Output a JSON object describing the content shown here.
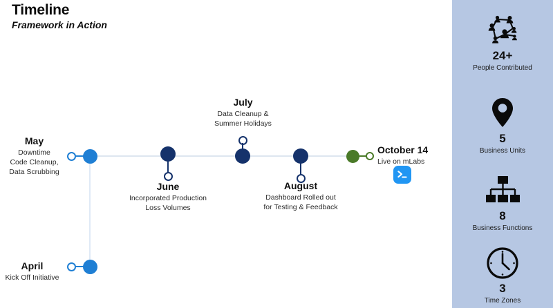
{
  "header": {
    "title": "Timeline",
    "subtitle": "Framework in Action"
  },
  "timeline": {
    "axis_color": "#dde6f0",
    "milestones": [
      {
        "id": "april",
        "title": "April",
        "description": "Kick Off Initiative",
        "marker": "filled-dot-with-ring",
        "color": "#1f7fd4",
        "position": "below-left"
      },
      {
        "id": "may",
        "title": "May",
        "description_lines": [
          "Downtime",
          "Code Cleanup,",
          "Data Scrubbing"
        ],
        "marker": "filled-dot-with-ring",
        "color": "#1f7fd4",
        "position": "left"
      },
      {
        "id": "june",
        "title": "June",
        "description_lines": [
          "Incorporated Production",
          "Loss Volumes"
        ],
        "marker": "dot-stem-ring",
        "color": "#15326b",
        "position": "below"
      },
      {
        "id": "july",
        "title": "July",
        "description_lines": [
          "Data Cleanup &",
          "Summer Holidays"
        ],
        "marker": "dot-stem-ring",
        "color": "#15326b",
        "position": "above"
      },
      {
        "id": "august",
        "title": "August",
        "description_lines": [
          "Dashboard Rolled out",
          "for Testing & Feedback"
        ],
        "marker": "dot-stem-ring",
        "color": "#15326b",
        "position": "below"
      },
      {
        "id": "october",
        "title": "October 14",
        "description": "Live on mLabs",
        "marker": "filled-dot-with-ring",
        "color": "#4a7a28",
        "position": "right",
        "badge": "terminal-icon"
      }
    ]
  },
  "sidebar": {
    "background": "#b6c7e3",
    "stats": [
      {
        "icon": "people-network-icon",
        "value": "24+",
        "label": "People Contributed"
      },
      {
        "icon": "map-pin-icon",
        "value": "5",
        "label": "Business Units"
      },
      {
        "icon": "org-chart-icon",
        "value": "8",
        "label": "Business Functions"
      },
      {
        "icon": "clock-icon",
        "value": "3",
        "label": "Time Zones"
      }
    ]
  }
}
